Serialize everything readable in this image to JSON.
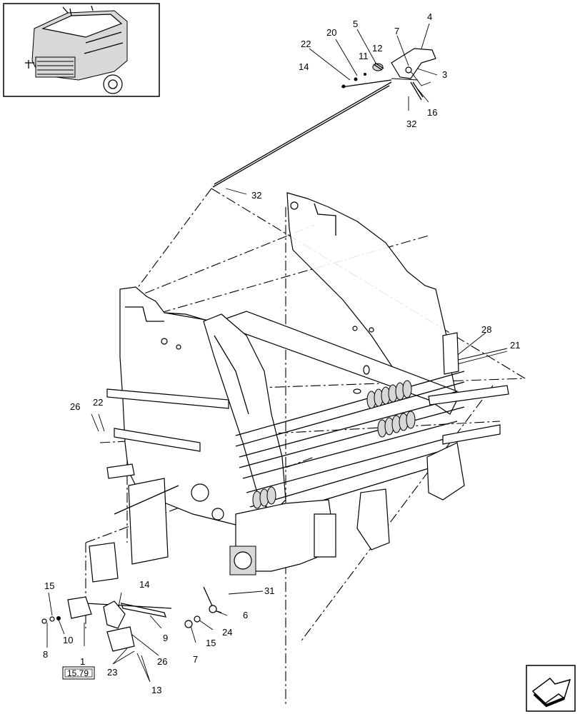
{
  "callouts": [
    {
      "id": "c4",
      "text": "4"
    },
    {
      "id": "c5",
      "text": "5"
    },
    {
      "id": "c20",
      "text": "20"
    },
    {
      "id": "c22top",
      "text": "22"
    },
    {
      "id": "c7top",
      "text": "7"
    },
    {
      "id": "c11",
      "text": "11"
    },
    {
      "id": "c12",
      "text": "12"
    },
    {
      "id": "c14top",
      "text": "14"
    },
    {
      "id": "c3",
      "text": "3"
    },
    {
      "id": "c16",
      "text": "16"
    },
    {
      "id": "c32top",
      "text": "32"
    },
    {
      "id": "c32mid",
      "text": "32"
    },
    {
      "id": "c28",
      "text": "28"
    },
    {
      "id": "c21",
      "text": "21"
    },
    {
      "id": "c26left",
      "text": "26"
    },
    {
      "id": "c22left",
      "text": "22"
    },
    {
      "id": "c15left",
      "text": "15"
    },
    {
      "id": "c14bot",
      "text": "14"
    },
    {
      "id": "c31",
      "text": "31"
    },
    {
      "id": "c6",
      "text": "6"
    },
    {
      "id": "c24",
      "text": "24"
    },
    {
      "id": "c15bot",
      "text": "15"
    },
    {
      "id": "c9",
      "text": "9"
    },
    {
      "id": "c7bot",
      "text": "7"
    },
    {
      "id": "c10",
      "text": "10"
    },
    {
      "id": "c8",
      "text": "8"
    },
    {
      "id": "c1",
      "text": "1"
    },
    {
      "id": "c26bot",
      "text": "26"
    },
    {
      "id": "c23",
      "text": "23"
    },
    {
      "id": "c13",
      "text": "13"
    }
  ],
  "reference_box": {
    "text": "15.79"
  }
}
